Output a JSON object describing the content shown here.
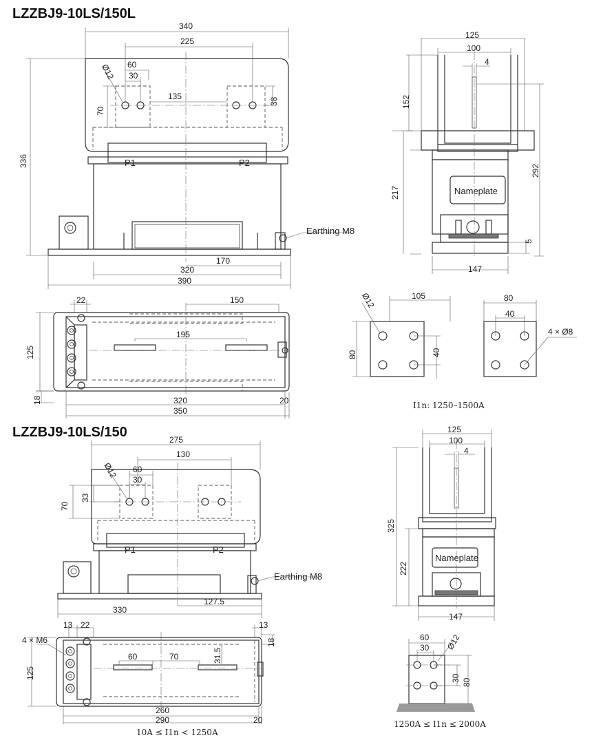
{
  "upper": {
    "title": "LZZBJ9-10LS/150L",
    "front": {
      "d340": "340",
      "d225": "225",
      "d60": "60",
      "d30": "30",
      "d135": "135",
      "d38": "38",
      "d70": "70",
      "d336": "336",
      "d320": "320",
      "d170": "170",
      "d390": "390",
      "phi12": "Ø12",
      "p1": "P1",
      "p2": "P2",
      "earthing": "Earthing M8"
    },
    "side": {
      "d125": "125",
      "d100": "100",
      "d4": "4",
      "d152": "152",
      "d292": "292",
      "d217": "217",
      "d5": "5",
      "d147": "147",
      "nameplate": "Nameplate"
    },
    "plan": {
      "d22": "22",
      "d150": "150",
      "d125": "125",
      "d195": "195",
      "d18": "18",
      "d320": "320",
      "d20": "20",
      "d350": "350"
    },
    "terminal": {
      "d105": "105",
      "d80": "80",
      "d40": "40",
      "phi12": "Ø12",
      "d80b": "80",
      "d40b": "40",
      "holes": "4 × Ø8",
      "note": "I1n: 1250–1500A"
    }
  },
  "lower": {
    "title": "LZZBJ9-10LS/150",
    "front": {
      "d275": "275",
      "d130": "130",
      "d60": "60",
      "d30": "30",
      "d33": "33",
      "d70": "70",
      "phi12": "Ø12",
      "p1": "P1",
      "p2": "P2",
      "earthing": "Earthing M8",
      "d330": "330",
      "d1275": "127.5"
    },
    "side": {
      "d125": "125",
      "d100": "100",
      "d4": "4",
      "d325": "325",
      "d222": "222",
      "d147": "147",
      "nameplate": "Nameplate"
    },
    "plan": {
      "m6": "4 × M6",
      "d13": "13",
      "d22": "22",
      "d13b": "13",
      "d18": "18",
      "d125": "125",
      "d60": "60",
      "d70": "70",
      "d315": "31.5",
      "d260": "260",
      "d290": "290",
      "d20": "20",
      "note": "10A ≤ I1n < 1250A"
    },
    "terminal": {
      "d60": "60",
      "d30": "30",
      "phi12": "Ø12",
      "d30b": "30",
      "d80": "80",
      "note": "1250A ≤ I1n ≤ 2000A"
    }
  },
  "colors": {
    "line": "#333333",
    "plate": "#ffffff"
  }
}
